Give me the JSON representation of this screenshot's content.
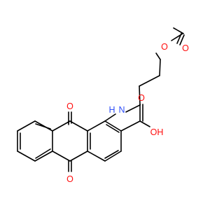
{
  "colors": {
    "bond": "#000000",
    "oxygen": "#ff0d0d",
    "nitrogen": "#3050f8",
    "background": "#ffffff"
  },
  "atoms": {
    "ester_carbonyl_o": "O",
    "ester_bridge_o": "O",
    "amine_n": "N",
    "amine_h": "H",
    "quinone_o_top": "O",
    "quinone_o_bottom": "O",
    "acid_carbonyl_o": "O",
    "acid_hydroxyl": "OH"
  }
}
